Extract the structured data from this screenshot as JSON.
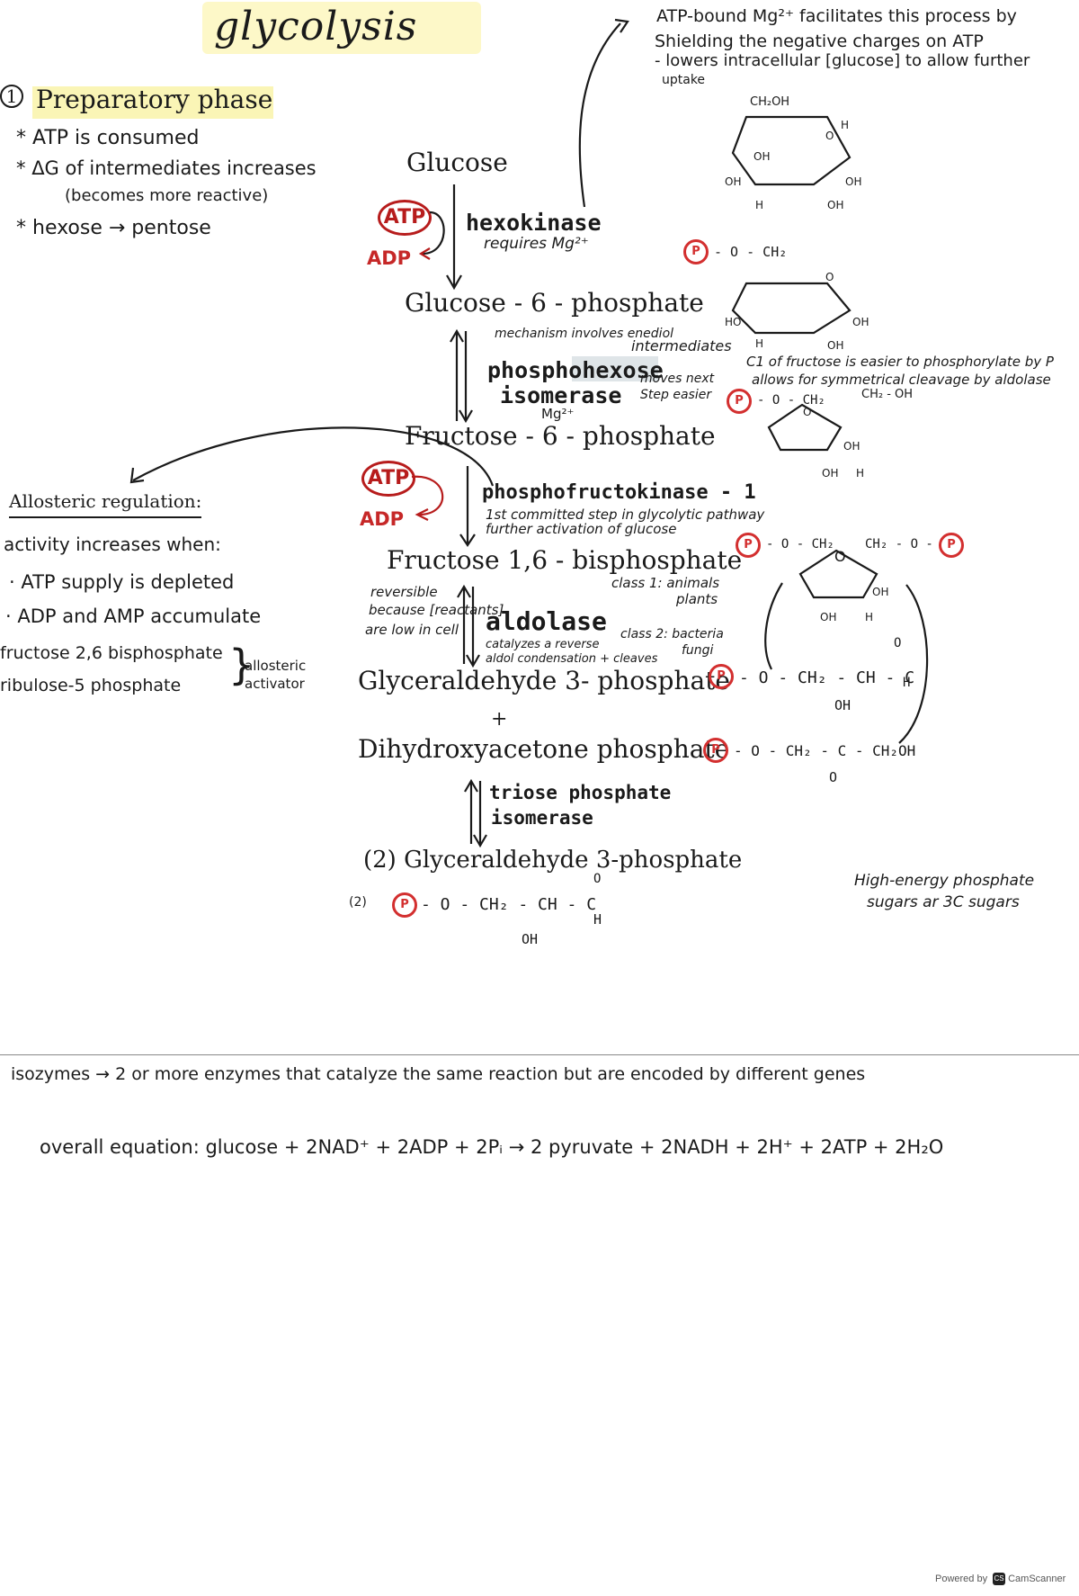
{
  "title": "glycolysis",
  "phase": {
    "heading": "Preparatory phase",
    "number": "1",
    "bullets": [
      "ATP is consumed",
      "ΔG of intermediates increases",
      "(becomes more reactive)",
      "hexose → pentose"
    ]
  },
  "side_note_top": [
    "ATP-bound Mg²⁺ facilitates this process by",
    "Shielding the negative charges on ATP",
    "- lowers intracellular [glucose] to allow further",
    "uptake"
  ],
  "pathway": {
    "glucose": "Glucose",
    "atp1": "ATP",
    "adp1": "ADP",
    "enzyme1": "hexokinase",
    "enzyme1_note": "requires Mg²⁺",
    "g6p": "Glucose - 6 - phosphate",
    "g6p_note1": "mechanism involves enediol",
    "g6p_note2": "intermediates",
    "enzyme2_a": "phosphohexose",
    "enzyme2_b": "isomerase",
    "enzyme2_mg": "Mg²⁺",
    "enzyme2_note1": "moves next",
    "enzyme2_note2": "Step easier",
    "c1_note1": "C1 of fructose is easier to phosphorylate by P",
    "c1_note2": "allows for symmetrical cleavage by aldolase",
    "f6p": "Fructose - 6 - phosphate",
    "atp2": "ATP",
    "adp2": "ADP",
    "enzyme3": "phosphofructokinase - 1",
    "enzyme3_note1": "1st committed step in glycolytic pathway",
    "enzyme3_note2": "further activation of glucose",
    "f16bp": "Fructose 1,6 - bisphosphate",
    "rev_note1": "reversible",
    "rev_note2": "because [reactants]",
    "rev_note3": "are low in cell",
    "enzyme4": "aldolase",
    "enzyme4_note1": "catalyzes a reverse",
    "enzyme4_note2": "aldol condensation + cleaves",
    "class1_a": "class 1: animals",
    "class1_b": "plants",
    "class2_a": "class 2: bacteria",
    "class2_b": "fungi",
    "gap": "Glyceraldehyde 3- phosphate",
    "plus": "+",
    "dhap": "Dihydroxyacetone phosphate",
    "enzyme5_a": "triose phosphate",
    "enzyme5_b": "isomerase",
    "gap2": "(2) Glyceraldehyde 3-phosphate",
    "gap2_coef": "(2)"
  },
  "allosteric": {
    "heading": "Allosteric regulation:",
    "intro": "activity increases when:",
    "items": [
      "ATP supply is depleted",
      "ADP and AMP accumulate"
    ],
    "activators": [
      "fructose 2,6 bisphosphate",
      "ribulose-5 phosphate"
    ],
    "activator_label1": "allosteric",
    "activator_label2": "activator"
  },
  "formulas": {
    "glucose_top": "CH₂OH",
    "g6p_top": "P - O - CH₂",
    "f6p_top": "P - O - CH₂",
    "f6p_right": "CH₂ - OH",
    "f16bp_left": "P - O - CH₂",
    "f16bp_right": "CH₂ - O - P",
    "gap_chain": "P - O - CH₂ - CH - C",
    "gap_oh": "OH",
    "gap_o": "O",
    "gap_h": "H",
    "dhap_chain": "P - O - CH₂ - C - CH₂OH",
    "dhap_o": "O",
    "gap2_chain": "P - O - CH₂ - CH - C",
    "gap2_oh": "OH",
    "gap2_o": "O",
    "gap2_h": "H",
    "p_label": "P",
    "ring_o": "O",
    "ring_h": "H",
    "ring_oh": "OH",
    "ring_ho": "HO"
  },
  "high_energy_note": [
    "High-energy phosphate",
    "sugars ar 3C sugars"
  ],
  "isozymes": "isozymes → 2 or more enzymes that catalyze the same reaction but are encoded by different genes",
  "overall": "overall equation: glucose + 2NAD⁺ + 2ADP + 2Pᵢ → 2 pyruvate + 2NADH + 2H⁺ + 2ATP + 2H₂O",
  "footer": {
    "powered": "Powered by",
    "logo": "CS",
    "brand": "CamScanner"
  },
  "colors": {
    "ink": "#1a1a1a",
    "red": "#c62828",
    "highlight": "#f7ef86"
  }
}
